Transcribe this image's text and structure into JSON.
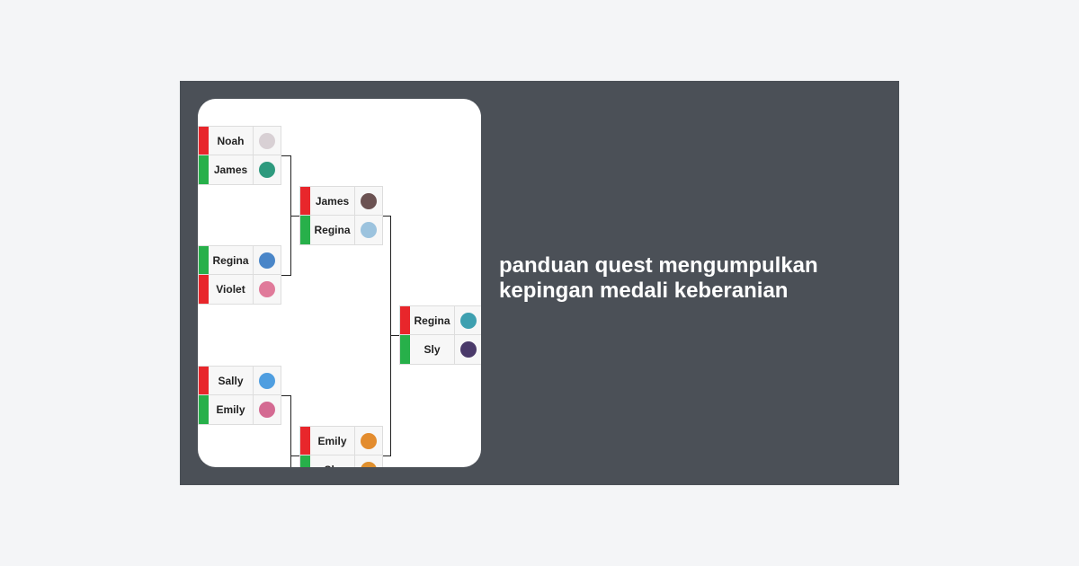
{
  "title": "panduan quest mengumpulkan kepingan medali keberanian",
  "colors": {
    "loser": "#e8262b",
    "winner": "#27b04a"
  },
  "bracket": {
    "round1": [
      [
        {
          "name": "Noah",
          "result": "loser",
          "sprite": "#d8d0d4"
        },
        {
          "name": "James",
          "result": "winner",
          "sprite": "#2e9a7e"
        }
      ],
      [
        {
          "name": "Regina",
          "result": "winner",
          "sprite": "#4a86c8"
        },
        {
          "name": "Violet",
          "result": "loser",
          "sprite": "#e07a9a"
        }
      ],
      [
        {
          "name": "Sally",
          "result": "loser",
          "sprite": "#4f9ee0"
        },
        {
          "name": "Emily",
          "result": "winner",
          "sprite": "#d46a92"
        }
      ]
    ],
    "round2": [
      [
        {
          "name": "James",
          "result": "loser",
          "sprite": "#6b5252"
        },
        {
          "name": "Regina",
          "result": "winner",
          "sprite": "#9cc3de"
        }
      ],
      [
        {
          "name": "Emily",
          "result": "loser",
          "sprite": "#e38c2e"
        },
        {
          "name": "Sly",
          "result": "winner",
          "sprite": "#e0902e"
        }
      ]
    ],
    "round3": [
      [
        {
          "name": "Regina",
          "result": "loser",
          "sprite": "#3ea0b0"
        },
        {
          "name": "Sly",
          "result": "winner",
          "sprite": "#4a3a6a"
        }
      ]
    ]
  }
}
